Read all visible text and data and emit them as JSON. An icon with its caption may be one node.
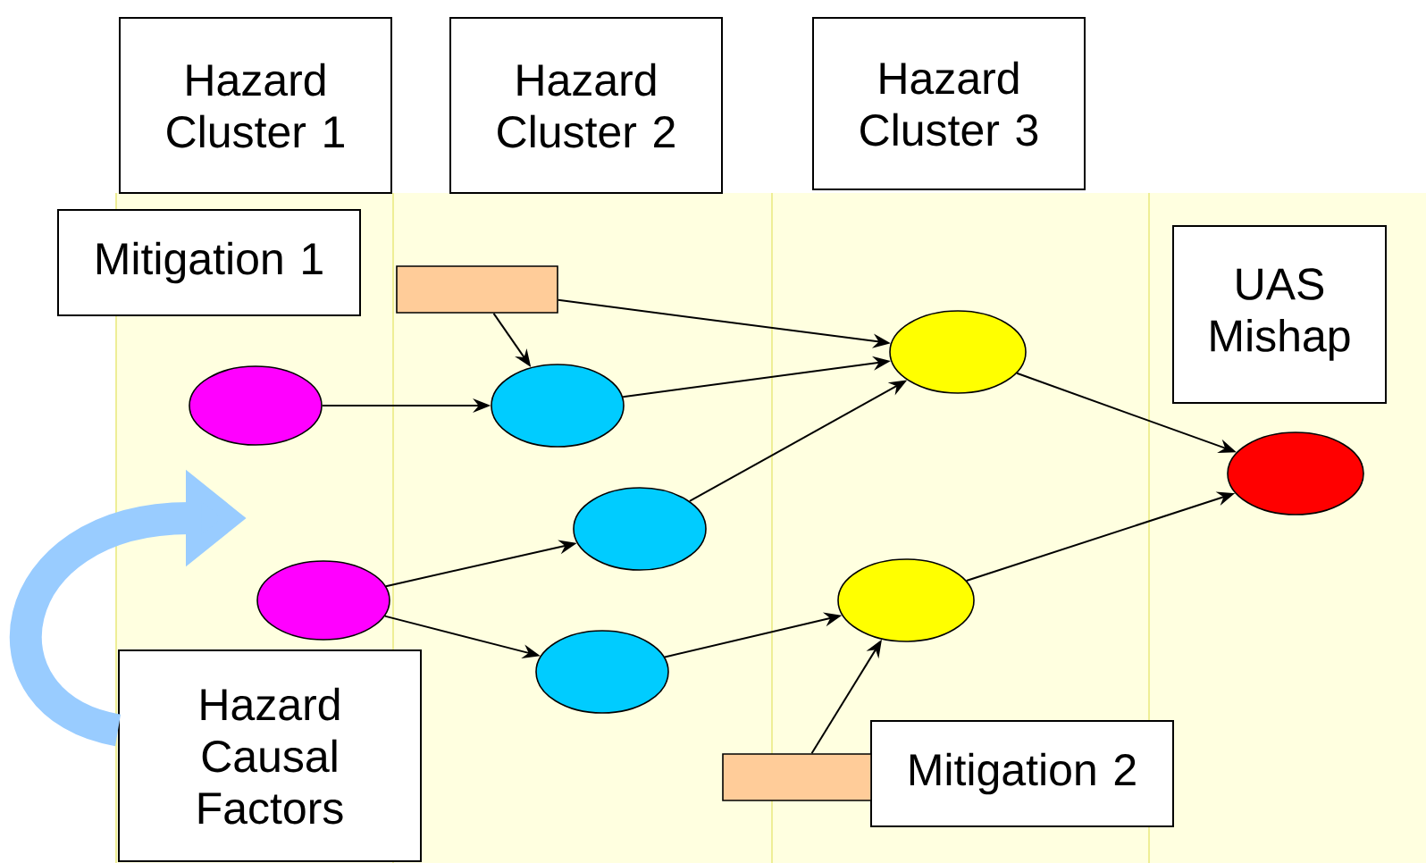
{
  "diagram": {
    "nodes": [
      {
        "text": [
          "Hazard Cluster 1"
        ]
      },
      {
        "text": [
          "Hazard Cluster 2"
        ]
      },
      {
        "text": [
          "Hazard Cluster 3"
        ]
      },
      {
        "text": [
          "Mitigation 1"
        ]
      },
      {
        "text": [
          "UAS Mishap"
        ]
      },
      {
        "text": [
          "Hazard Causal Factors"
        ]
      },
      {
        "text": [
          "Mitigation 2"
        ]
      },
      {
        "text": [],
        "shape": "box"
      },
      {
        "text": [],
        "shape": "ellipse"
      },
      {
        "text": [],
        "shape": "ellipse"
      },
      {
        "text": [],
        "shape": "ellipse"
      },
      {
        "text": [],
        "shape": "ellipse"
      },
      {
        "text": [],
        "shape": "ellipse"
      },
      {
        "text": [],
        "shape": "box"
      },
      {
        "text": [],
        "shape": "ellipse"
      },
      {
        "text": [],
        "shape": "ellipse"
      },
      {
        "text": [],
        "shape": "ellipse"
      }
    ],
    "edges": [
      {
        "from": 7,
        "to": 10,
        "arrow": "to"
      },
      {
        "from": 7,
        "to": 14,
        "arrow": "to"
      },
      {
        "from": 8,
        "to": 10,
        "arrow": "to"
      },
      {
        "from": 10,
        "to": 14,
        "arrow": "to"
      },
      {
        "from": 9,
        "to": 11,
        "arrow": "to"
      },
      {
        "from": 9,
        "to": 12,
        "arrow": "to"
      },
      {
        "from": 11,
        "to": 14,
        "arrow": "to"
      },
      {
        "from": 12,
        "to": 15,
        "arrow": "to"
      },
      {
        "from": 13,
        "to": 15,
        "arrow": "to"
      },
      {
        "from": 14,
        "to": 16,
        "arrow": "to"
      },
      {
        "from": 15,
        "to": 16,
        "arrow": "to"
      },
      {
        "from": 5,
        "to": null,
        "arrow": "to",
        "style": "thick",
        "color": "#99ccff"
      }
    ]
  }
}
